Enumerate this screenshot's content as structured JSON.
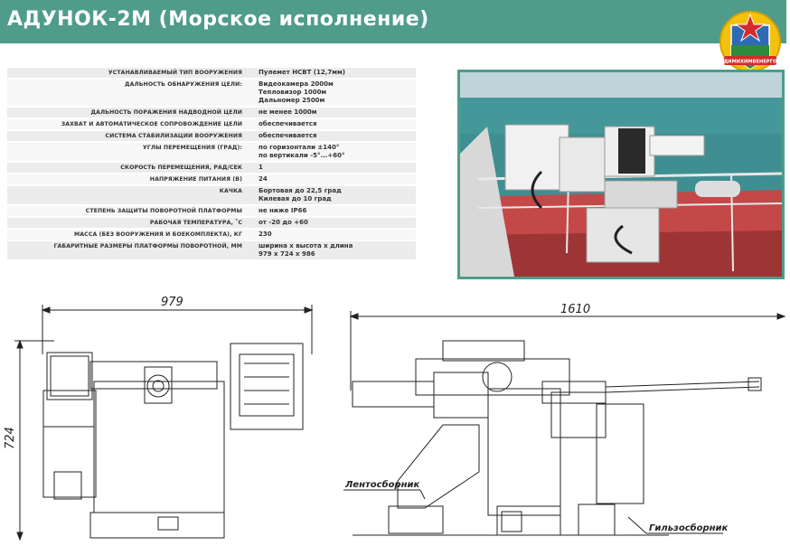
{
  "header": {
    "title": "АДУНОК-2М (Морское исполнение)",
    "accent_color": "#4f9c8a"
  },
  "logo": {
    "text": "ДИМИХИМВЕНЕРГО",
    "icon": "star-emblem-icon"
  },
  "specs": [
    {
      "label": "Устанавливаемый тип вооружения",
      "value": [
        "Пулемет НСВТ (12,7мм)"
      ]
    },
    {
      "label": "Дальность обнаружения цели:",
      "value": [
        "Видеокамера 2000м",
        "Тепловизор 1000м",
        "Дальномер 2500м"
      ]
    },
    {
      "label": "Дальность поражения надводной цели",
      "value": [
        "не менее 1000м"
      ]
    },
    {
      "label": "Захват и автоматическое сопровождение цели",
      "value": [
        "обеспечивается"
      ]
    },
    {
      "label": "Система стабилизации вооружения",
      "value": [
        "обеспечивается"
      ]
    },
    {
      "label": "Углы перемещения (град):",
      "value": [
        "по горизонтали ±140°",
        "по вертикали -5°...+60°"
      ]
    },
    {
      "label": "Скорость перемещения, рад/сек",
      "value": [
        "1"
      ]
    },
    {
      "label": "Напряжение питания (В)",
      "value": [
        "24"
      ]
    },
    {
      "label": "Качка",
      "value": [
        "Бортовая до 22,5 град",
        "Килевая до 10 град"
      ]
    },
    {
      "label": "Степень защиты поворотной платформы",
      "value": [
        "не ниже IP66"
      ]
    },
    {
      "label": "Рабочая температура, ˚С",
      "value": [
        "от -20 до +60"
      ]
    },
    {
      "label": "Масса (без вооружения и боекомплекта), кг",
      "value": [
        "230"
      ]
    },
    {
      "label": "Габаритные размеры платформы поворотной, мм",
      "value": [
        "ширина х высота х длина",
        "979 х 724 х 986"
      ]
    }
  ],
  "drawings": {
    "front": {
      "width": "979",
      "height": "724"
    },
    "side": {
      "length": "1610"
    },
    "callouts": {
      "belt": "Лентосборник",
      "shell": "Гильзосборник"
    }
  }
}
